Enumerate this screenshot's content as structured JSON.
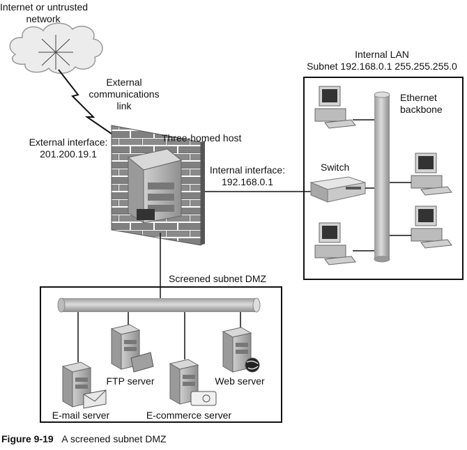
{
  "labels": {
    "internet_line1": "Internet or untrusted",
    "internet_line2": "network",
    "link_line1": "External",
    "link_line2": "communications",
    "link_line3": "link",
    "ext_iface_line1": "External interface:",
    "ext_iface_line2": "201.200.19.1",
    "host": "Three-homed host",
    "int_iface_line1": "Internal interface:",
    "int_iface_line2": "192.168.0.1",
    "lan_line1": "Internal LAN",
    "lan_line2": "Subnet 192.168.0.1 255.255.255.0",
    "backbone_line1": "Ethernet",
    "backbone_line2": "backbone",
    "switch": "Switch",
    "dmz": "Screened subnet DMZ",
    "email_server": "E-mail server",
    "ftp_server": "FTP server",
    "ecommerce_server": "E-commerce server",
    "web_server": "Web server"
  },
  "caption": {
    "number": "Figure 9-19",
    "text": "A screened subnet DMZ"
  },
  "colors": {
    "brick": "#6f6f6f",
    "mortar": "#ffffff",
    "server": "#b5b5b5",
    "pipe": "#c4c4c4",
    "line": "#111111"
  }
}
